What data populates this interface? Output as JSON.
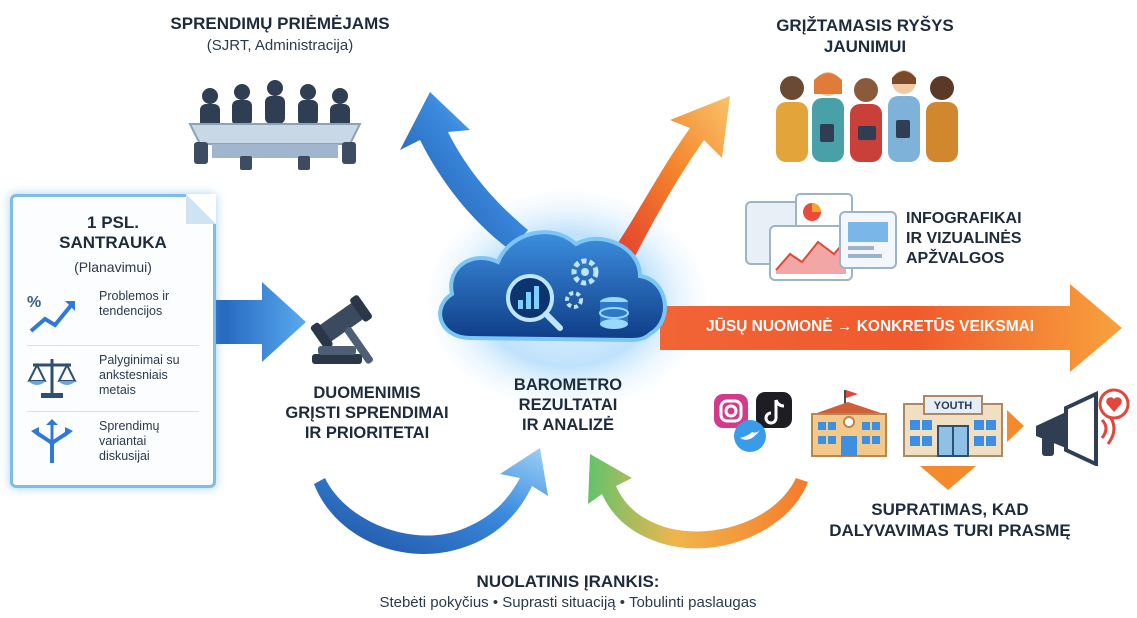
{
  "decision_makers": {
    "title": "SPRENDIMŲ PRIĖMĖJAMS",
    "subtitle": "(SJRT, Administracija)"
  },
  "youth_feedback": {
    "title_line1": "GRĮŽTAMASIS RYŠYS",
    "title_line2": "JAUNIMUI"
  },
  "summary_card": {
    "title_line1": "1 PSL.",
    "title_line2": "SANTRAUKA",
    "subtitle": "(Planavimui)",
    "items": [
      {
        "icon": "trend-up-icon",
        "line1": "Problemos ir",
        "line2": "tendencijos",
        "line3": ""
      },
      {
        "icon": "scales-icon",
        "line1": "Palyginimai su",
        "line2": "ankstesniais",
        "line3": "metais"
      },
      {
        "icon": "branching-arrows-icon",
        "line1": "Sprendimų",
        "line2": "variantai",
        "line3": "diskusijai"
      }
    ]
  },
  "decisions": {
    "line1": "DUOMENIMIS",
    "line2": "GRĮSTI SPRENDIMAI",
    "line3": "IR PRIORITETAI"
  },
  "center": {
    "line1": "BAROMETRO",
    "line2": "REZULTATAI",
    "line3": "IR ANALIZĖ"
  },
  "infographics": {
    "line1": "INFOGRAFIKAI",
    "line2": "IR VIZUALINĖS",
    "line3": "APŽVALGOS"
  },
  "action_arrow": {
    "label": "JŪSŲ NUOMONĖ → KONKRETŪS VEIKSMAI"
  },
  "youth_building_sign": "YOUTH",
  "understanding": {
    "line1": "SUPRATIMAS, KAD",
    "line2": "DALYVAVIMAS TURI PRASMĘ"
  },
  "continuous": {
    "title": "NUOLATINIS ĮRANKIS:",
    "subtitle": "Stebėti pokyčius • Suprasti situaciją • Tobulinti paslaugas"
  },
  "colors": {
    "blue_arrow": "#2f78d6",
    "orange_arrow": "#f07a2a",
    "red_arrow": "#e8432f",
    "cloud_glow": "#4fb0ef",
    "text_dark": "#1e2b3b"
  }
}
